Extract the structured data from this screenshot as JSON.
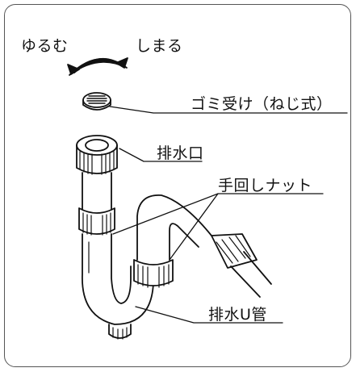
{
  "labels": {
    "loosen": "ゆるむ",
    "tighten": "しまる",
    "strainer": "ゴミ受け（ねじ式）",
    "drain_outlet": "排水口",
    "hand_nut": "手回しナット",
    "drain_trap": "排水U管"
  },
  "colors": {
    "line": "#111111",
    "frame": "#555555",
    "fill": "#ffffff"
  },
  "icons": [
    "rotation-arrow-icon"
  ]
}
